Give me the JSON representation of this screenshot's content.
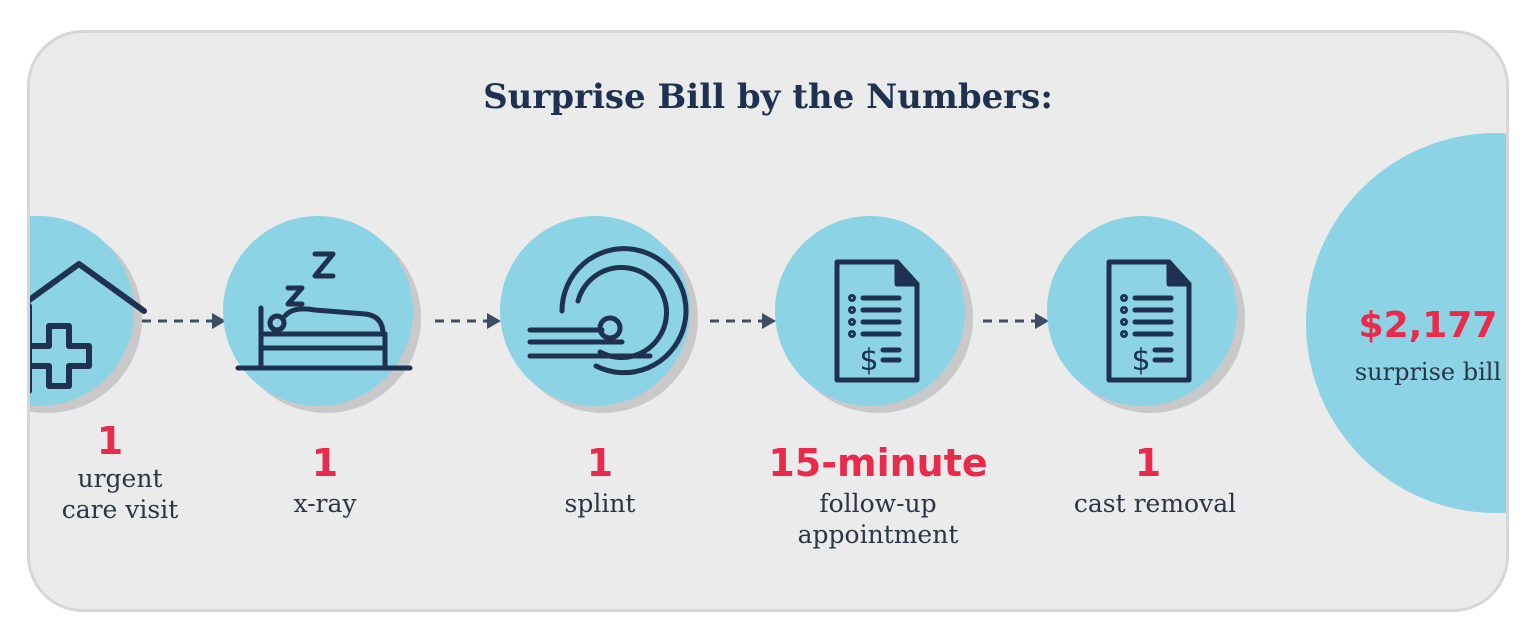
{
  "title": "Surprise Bill by the Numbers:",
  "steps": [
    {
      "number": "1",
      "label_lines": [
        "urgent",
        "care visit"
      ],
      "icon": "hospital-icon"
    },
    {
      "number": "1",
      "label_lines": [
        "x-ray"
      ],
      "icon": "bed-sleep-icon"
    },
    {
      "number": "1",
      "label_lines": [
        "splint"
      ],
      "icon": "scanner-icon"
    },
    {
      "number": "15-minute",
      "label_lines": [
        "follow-up",
        "appointment"
      ],
      "icon": "bill-document-icon"
    },
    {
      "number": "1",
      "label_lines": [
        "cast removal"
      ],
      "icon": "bill-document-icon"
    }
  ],
  "total": {
    "amount": "$2,177",
    "label": "surprise bill"
  },
  "colors": {
    "accent_red": "#ea2a4b",
    "navy": "#1f3150",
    "circle_blue": "#8bd3e5",
    "card_bg": "#ebebeb"
  }
}
